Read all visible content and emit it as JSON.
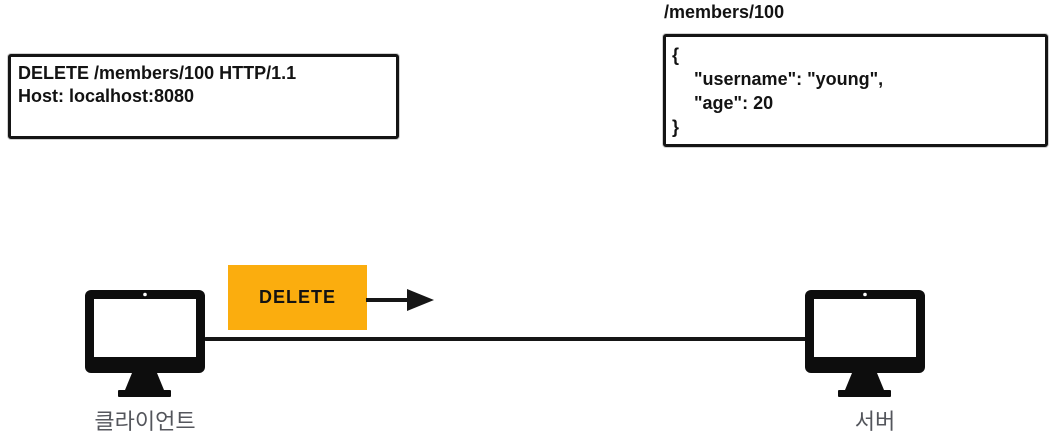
{
  "request_box": {
    "request_line": "DELETE /members/100 HTTP/1.1",
    "host_line": "Host: localhost:8080"
  },
  "resource_box": {
    "path_label": "/members/100",
    "open_brace": "{",
    "username_line": "\"username\": \"young\",",
    "age_line": "\"age\": 20",
    "close_brace": "}"
  },
  "message": {
    "method_label": "DELETE"
  },
  "nodes": {
    "client_label": "클라이언트",
    "server_label": "서버"
  },
  "icons": {
    "client": "monitor-icon",
    "server": "monitor-icon",
    "flow": "right-arrow-icon"
  },
  "colors": {
    "method_badge_bg": "#FBAD0E",
    "ink_black": "#151515",
    "node_label_gray": "#54565C"
  }
}
